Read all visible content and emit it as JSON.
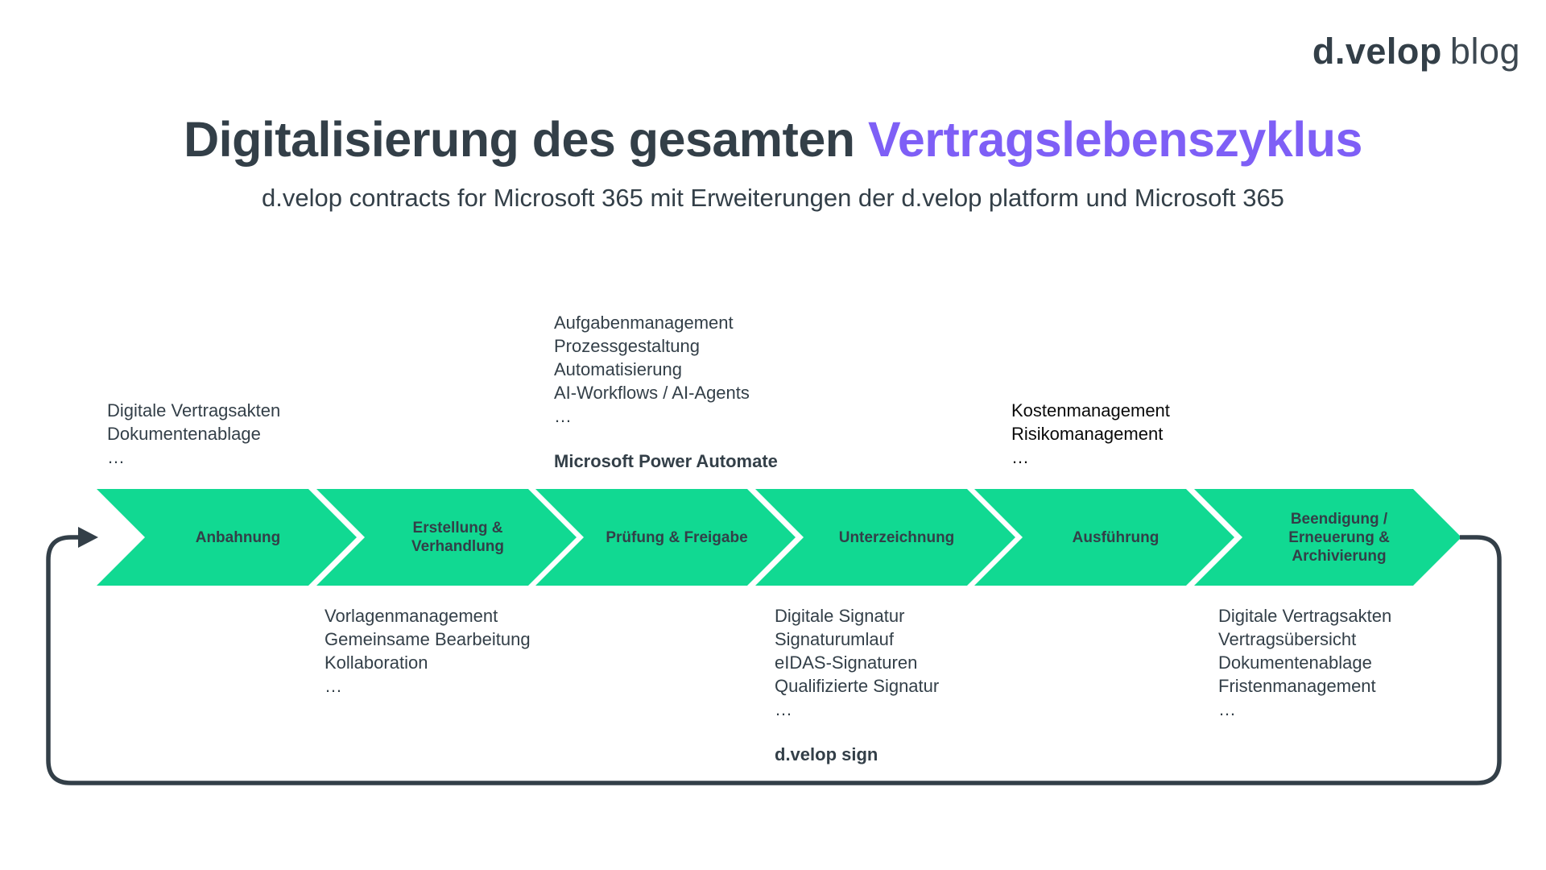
{
  "logo": {
    "brand": "d.velop",
    "suffix": "blog"
  },
  "title": {
    "main": "Digitalisierung des gesamten ",
    "highlight": "Vertragslebenszyklus"
  },
  "subtitle": "d.velop contracts for Microsoft 365 mit Erweiterungen der d.velop platform und Microsoft 365",
  "colors": {
    "green": "#11D992",
    "dark": "#333F48",
    "purple": "#7E5FF6",
    "note-black": "#0A0A0A"
  },
  "stages": [
    {
      "label": [
        "Anbahnung"
      ]
    },
    {
      "label": [
        "Erstellung &",
        "Verhandlung"
      ]
    },
    {
      "label": [
        "Prüfung & Freigabe"
      ]
    },
    {
      "label": [
        "Unterzeichnung"
      ]
    },
    {
      "label": [
        "Ausführung"
      ]
    },
    {
      "label": [
        "Beendigung /",
        "Erneuerung &",
        "Archivierung"
      ]
    }
  ],
  "notes": {
    "above_anbahnung": {
      "lines": [
        "Digitale Vertragsakten",
        "Dokumentenablage",
        "…"
      ]
    },
    "above_pruefung": {
      "lines": [
        "Aufgabenmanagement",
        "Prozessgestaltung",
        "Automatisierung",
        "AI-Workflows / AI-Agents",
        "…"
      ],
      "product": "Microsoft Power Automate"
    },
    "above_ausfuehrung": {
      "lines": [
        "Kostenmanagement",
        "Risikomanagement",
        "…"
      ]
    },
    "below_erstellung": {
      "lines": [
        "Vorlagenmanagement",
        "Gemeinsame Bearbeitung",
        "Kollaboration",
        "…"
      ]
    },
    "below_unterzeichnung": {
      "lines": [
        "Digitale Signatur",
        "Signaturumlauf",
        "eIDAS-Signaturen",
        "Qualifizierte Signatur",
        "…"
      ],
      "product": "d.velop sign"
    },
    "below_beendigung": {
      "lines": [
        "Digitale Vertragsakten",
        "Vertragsübersicht",
        "Dokumentenablage",
        "Fristenmanagement",
        "…"
      ]
    }
  }
}
